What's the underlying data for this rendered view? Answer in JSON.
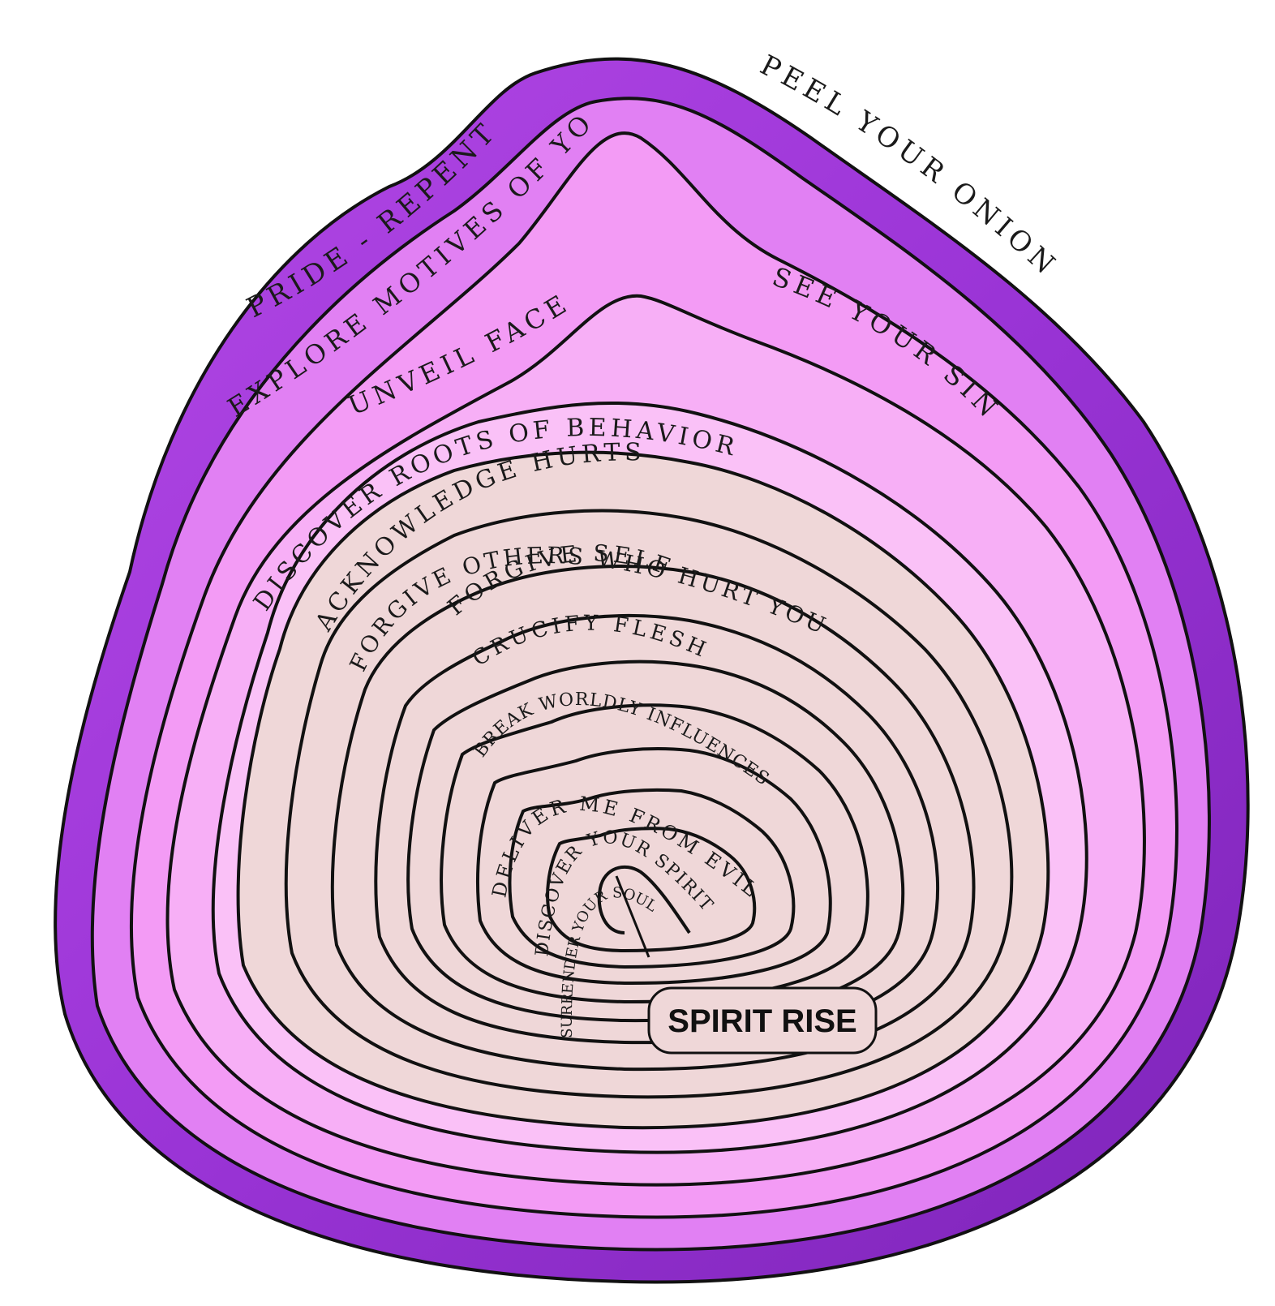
{
  "diagram": {
    "layers": [
      {
        "id": "skin",
        "label": "",
        "fill": "#a93ee0"
      },
      {
        "id": "layer-1",
        "label": "PRIDE - REPENT",
        "fill": "#e07ef2"
      },
      {
        "id": "layer-2",
        "label": "PEEL YOUR ONION",
        "fill": "#e07ef2"
      },
      {
        "id": "layer-3",
        "label": "EXPLORE MOTIVES OF YOUR LIFE",
        "fill": "#f39ef5"
      },
      {
        "id": "layer-4",
        "label": "UNVEIL FACE",
        "fill": "#f6adf5"
      },
      {
        "id": "layer-5",
        "label": "SEE YOUR SIN",
        "fill": "#f6adf5"
      },
      {
        "id": "layer-6",
        "label": "DISCOVER ROOTS OF BEHAVIOR",
        "fill": "#f9bff6"
      },
      {
        "id": "layer-7",
        "label": "ACKNOWLEDGE HURTS",
        "fill": "#efd7d8"
      },
      {
        "id": "layer-8",
        "label": "FORGIVE OTHERS WHO HURT YOU",
        "fill": "#efd7d8"
      },
      {
        "id": "layer-9",
        "label": "FORGIVE SELF",
        "fill": "#efd7d8"
      },
      {
        "id": "layer-10",
        "label": "CRUCIFY FLESH",
        "fill": "#efd7d8"
      },
      {
        "id": "layer-11",
        "label": "BREAK WORLDLY INFLUENCES",
        "fill": "#efd7d8"
      },
      {
        "id": "layer-12",
        "label": "DELIVER ME FROM EVIL",
        "fill": "#efd7d8"
      },
      {
        "id": "layer-13",
        "label": "DISCOVER YOUR SPIRIT",
        "fill": "#efd7d8"
      },
      {
        "id": "layer-14",
        "label": "SURRENDER YOUR SOUL",
        "fill": "#efd7d8"
      }
    ],
    "center": {
      "label": "SPIRIT RISE",
      "fill": "#efd7d8"
    },
    "colors": {
      "outline": "#111111",
      "skin_dark": "#8e2fc7",
      "skin_light": "#c35be8",
      "cream": "#efd7d8"
    }
  }
}
